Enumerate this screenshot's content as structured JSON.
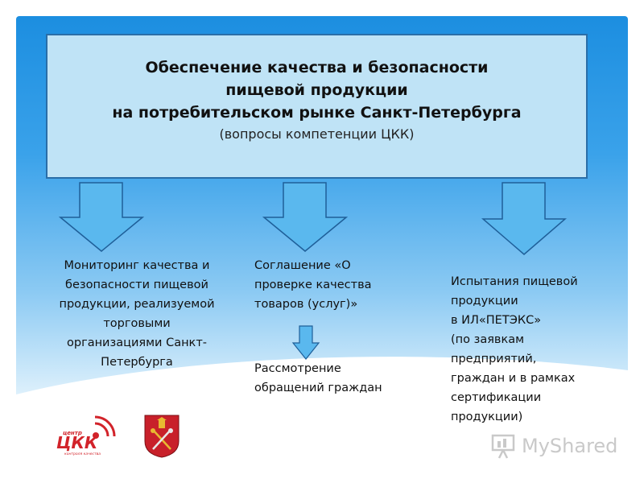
{
  "title": {
    "line1": "Обеспечение качества и безопасности",
    "line2": "пищевой продукции",
    "line3": "на потребительском рынке Санкт-Петербурга",
    "subtitle": "(вопросы компетенции ЦКК)"
  },
  "columns": [
    {
      "lines": [
        "Мониторинг качества и",
        "безопасности пищевой",
        "продукции, реализуемой",
        "торговыми",
        "организациями Санкт-",
        "Петербурга"
      ]
    },
    {
      "lines": [
        "Соглашение «О",
        "проверке качества",
        "товаров (услуг)»"
      ],
      "sub_lines": [
        "Рассмотрение",
        "обращений граждан"
      ]
    },
    {
      "lines": [
        "Испытания пищевой",
        "продукции",
        "в ИЛ«ПЕТЭКС»",
        "(по заявкам",
        "предприятий,",
        "граждан и в рамках",
        "сертификации",
        "продукции)"
      ]
    }
  ],
  "logo": {
    "top_text": "центр",
    "main_text": "ЦКК",
    "bottom_text": "контроля качества"
  },
  "watermark": "MyShared",
  "colors": {
    "background_top": "#1c8ee0",
    "title_box_fill": "#bfe3f6",
    "title_box_border": "#2a6ea8",
    "arrow_fill": "#5ab8ee",
    "arrow_stroke": "#1f5f99",
    "logo_red": "#d2232a"
  }
}
